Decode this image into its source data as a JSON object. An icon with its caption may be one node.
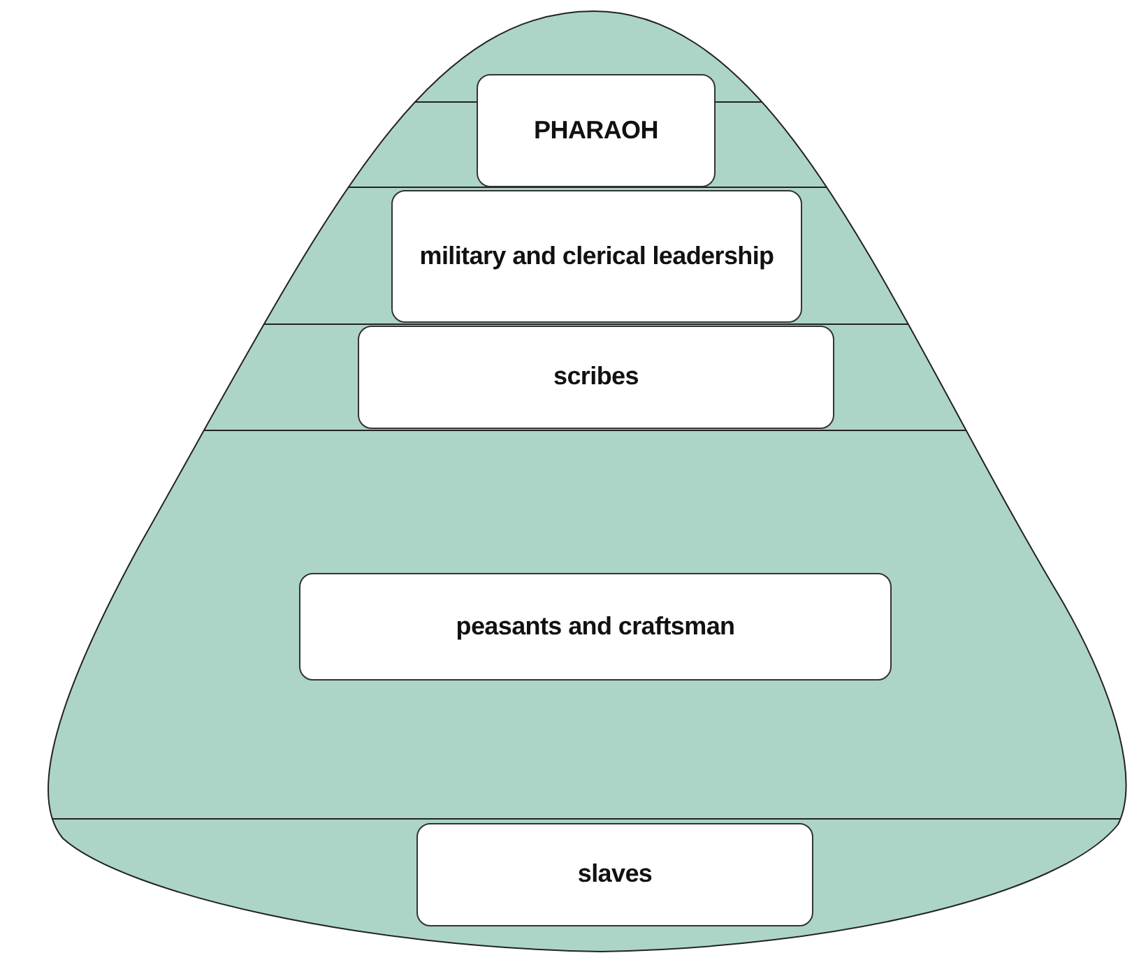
{
  "diagram": {
    "nodes": [
      {
        "text": [
          "PHARAOH"
        ]
      },
      {
        "text": [
          "military and clerical leadership"
        ]
      },
      {
        "text": [
          "scribes"
        ]
      },
      {
        "text": [
          "peasants and craftsman"
        ]
      },
      {
        "text": [
          "slaves"
        ]
      }
    ],
    "edges": []
  }
}
